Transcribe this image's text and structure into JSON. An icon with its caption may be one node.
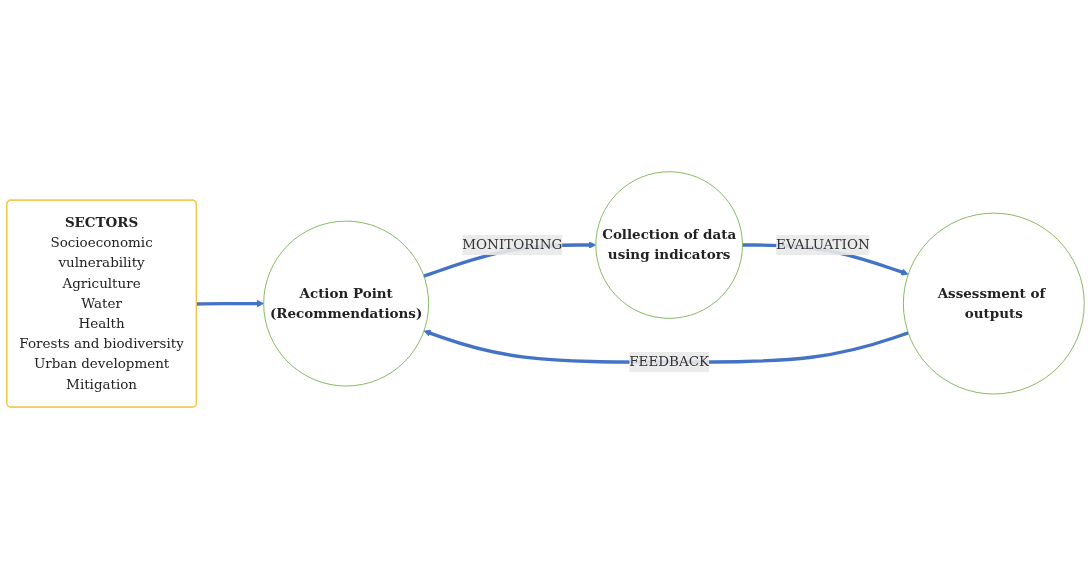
{
  "diagram": {
    "nodes": [
      {
        "text": [
          "SECTORS",
          "Socioeconomic",
          "vulnerability",
          "Agriculture",
          "Water",
          "Health",
          "Forests and biodiversity",
          "Urban development",
          "Mitigation"
        ]
      },
      {
        "text": [
          "Action Point",
          "(Recommendations)"
        ]
      },
      {
        "text": [
          "Collection of data",
          "using indicators"
        ]
      },
      {
        "text": [
          "Assessment of outputs"
        ]
      }
    ],
    "edges": [
      {
        "from": 0,
        "to": 1,
        "arrow": "to"
      },
      {
        "from": 1,
        "to": 2,
        "arrow": "to",
        "label": "MONITORING"
      },
      {
        "from": 2,
        "to": 3,
        "arrow": "to",
        "label": "EVALUATION"
      },
      {
        "from": 3,
        "to": 1,
        "arrow": "to",
        "label": "FEEDBACK"
      }
    ]
  }
}
